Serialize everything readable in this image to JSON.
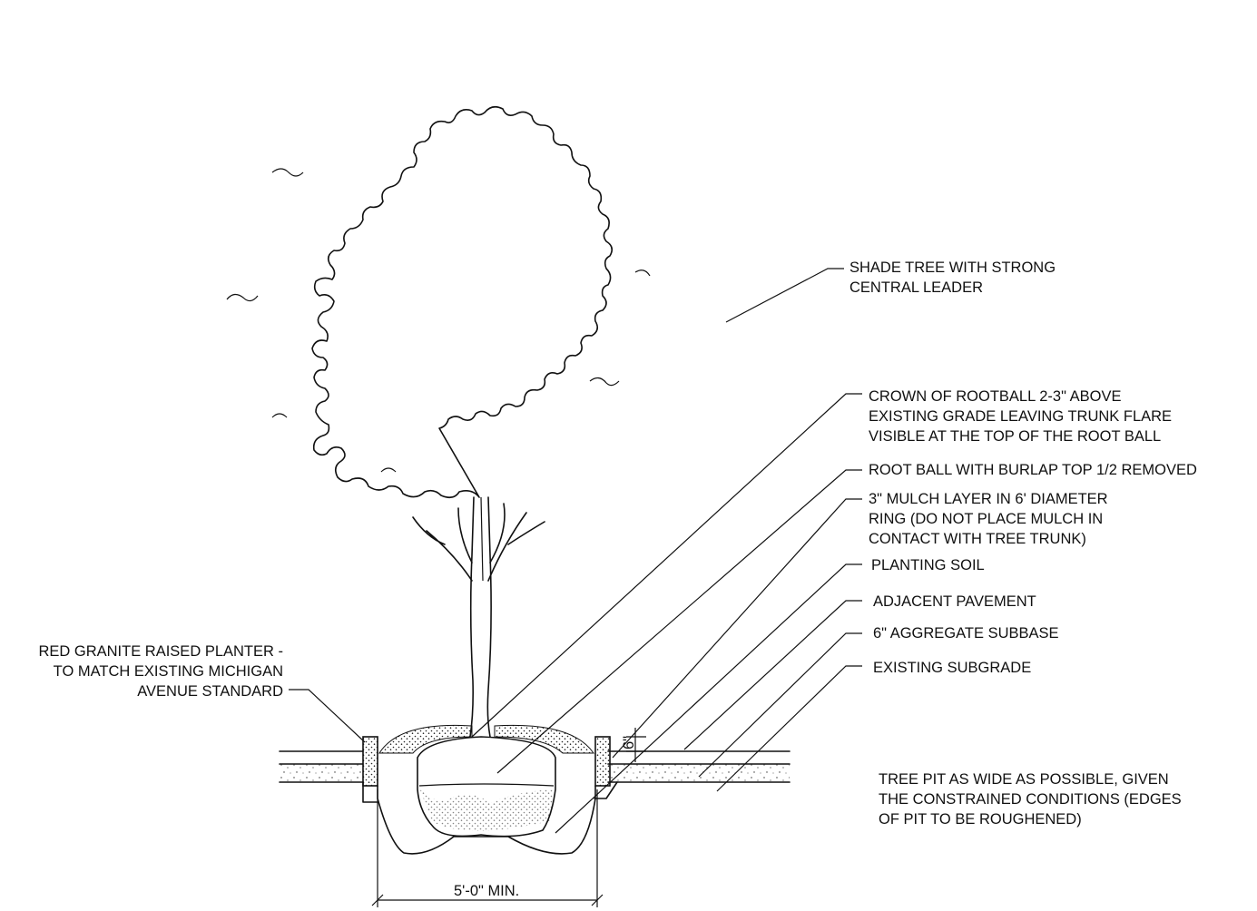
{
  "labels": {
    "shade_tree": [
      "SHADE TREE WITH STRONG",
      "CENTRAL LEADER"
    ],
    "crown_rootball": [
      "CROWN OF ROOTBALL 2-3\" ABOVE",
      "EXISTING GRADE LEAVING TRUNK FLARE",
      "VISIBLE AT THE TOP OF THE ROOT BALL"
    ],
    "root_ball": [
      "ROOT BALL WITH BURLAP TOP 1/2 REMOVED"
    ],
    "mulch": [
      "3\" MULCH LAYER IN 6' DIAMETER",
      "RING (DO NOT PLACE MULCH IN",
      "CONTACT WITH TREE TRUNK)"
    ],
    "planting_soil": [
      "PLANTING SOIL"
    ],
    "adjacent_pavement": [
      "ADJACENT PAVEMENT"
    ],
    "aggregate_subbase": [
      "6\" AGGREGATE SUBBASE"
    ],
    "existing_subgrade": [
      "EXISTING SUBGRADE"
    ],
    "planter": [
      "RED GRANITE RAISED PLANTER -",
      "TO MATCH EXISTING MICHIGAN",
      "AVENUE STANDARD"
    ],
    "tree_pit_note": [
      "TREE PIT AS WIDE AS POSSIBLE, GIVEN",
      "THE CONSTRAINED CONDITIONS (EDGES",
      "OF PIT TO BE ROUGHENED)"
    ],
    "dimension_width": "5'-0\" MIN.",
    "dimension_height": "6\""
  }
}
